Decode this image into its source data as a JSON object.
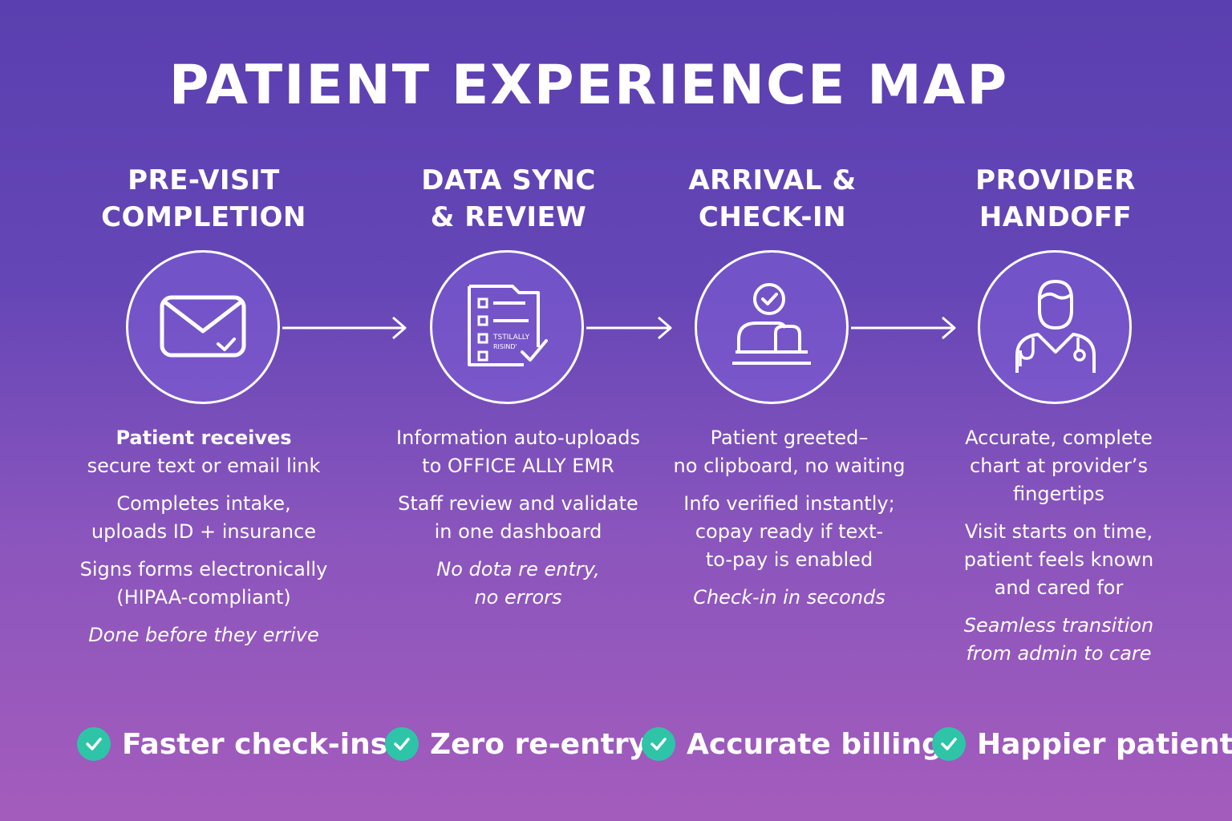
{
  "title": "PATIENT EXPERIENCE MAP",
  "colors": {
    "accent": "#2ec4a8",
    "circle_fill": "#7d5fd7",
    "text": "#ffffff"
  },
  "stages": [
    {
      "title_line1": "PRE-VISIT",
      "title_line2": "COMPLETION",
      "icon": "envelope-check-icon",
      "lines": [
        "Patient receives",
        "secure text or email link",
        "Completes intake,",
        "uploads ID + insurance",
        "Signs forms electronically",
        "(HIPAA-compliant)",
        "Done before they errive"
      ]
    },
    {
      "title_line1": "DATA SYNC",
      "title_line2": "& REVIEW",
      "icon": "document-checklist-icon",
      "icon_text_1": "TSTILALLY",
      "icon_text_2": "RISIND'",
      "lines": [
        "Information auto-uploads",
        "to OFFICE ALLY EMR",
        "Staff review and validate",
        "in one dashboard",
        "No dota re entry,",
        "no errors"
      ]
    },
    {
      "title_line1": "ARRIVAL &",
      "title_line2": "CHECK-IN",
      "icon": "check-in-desk-icon",
      "lines": [
        "Patient greeted–",
        "no clipboard, no waiting",
        "Info verified instantly;",
        "copay ready if text-",
        "to-pay is enabled",
        "Check-in in seconds"
      ]
    },
    {
      "title_line1": "PROVIDER",
      "title_line2": "HANDOFF",
      "icon": "doctor-stethoscope-icon",
      "lines": [
        "Accurate, complete",
        "chart at provider’s",
        "fingertips",
        "Visit starts on time,",
        "patient feels known",
        "and cared for",
        "Seamless transition",
        "from admin to care"
      ]
    }
  ],
  "benefits": [
    {
      "label": "Faster check-ins",
      "icon": "check-circle-icon"
    },
    {
      "label": "Zero re-entry",
      "icon": "check-circle-icon"
    },
    {
      "label": "Accurate billing",
      "icon": "check-circle-icon"
    },
    {
      "label": "Happier patients",
      "icon": "check-circle-icon"
    }
  ]
}
